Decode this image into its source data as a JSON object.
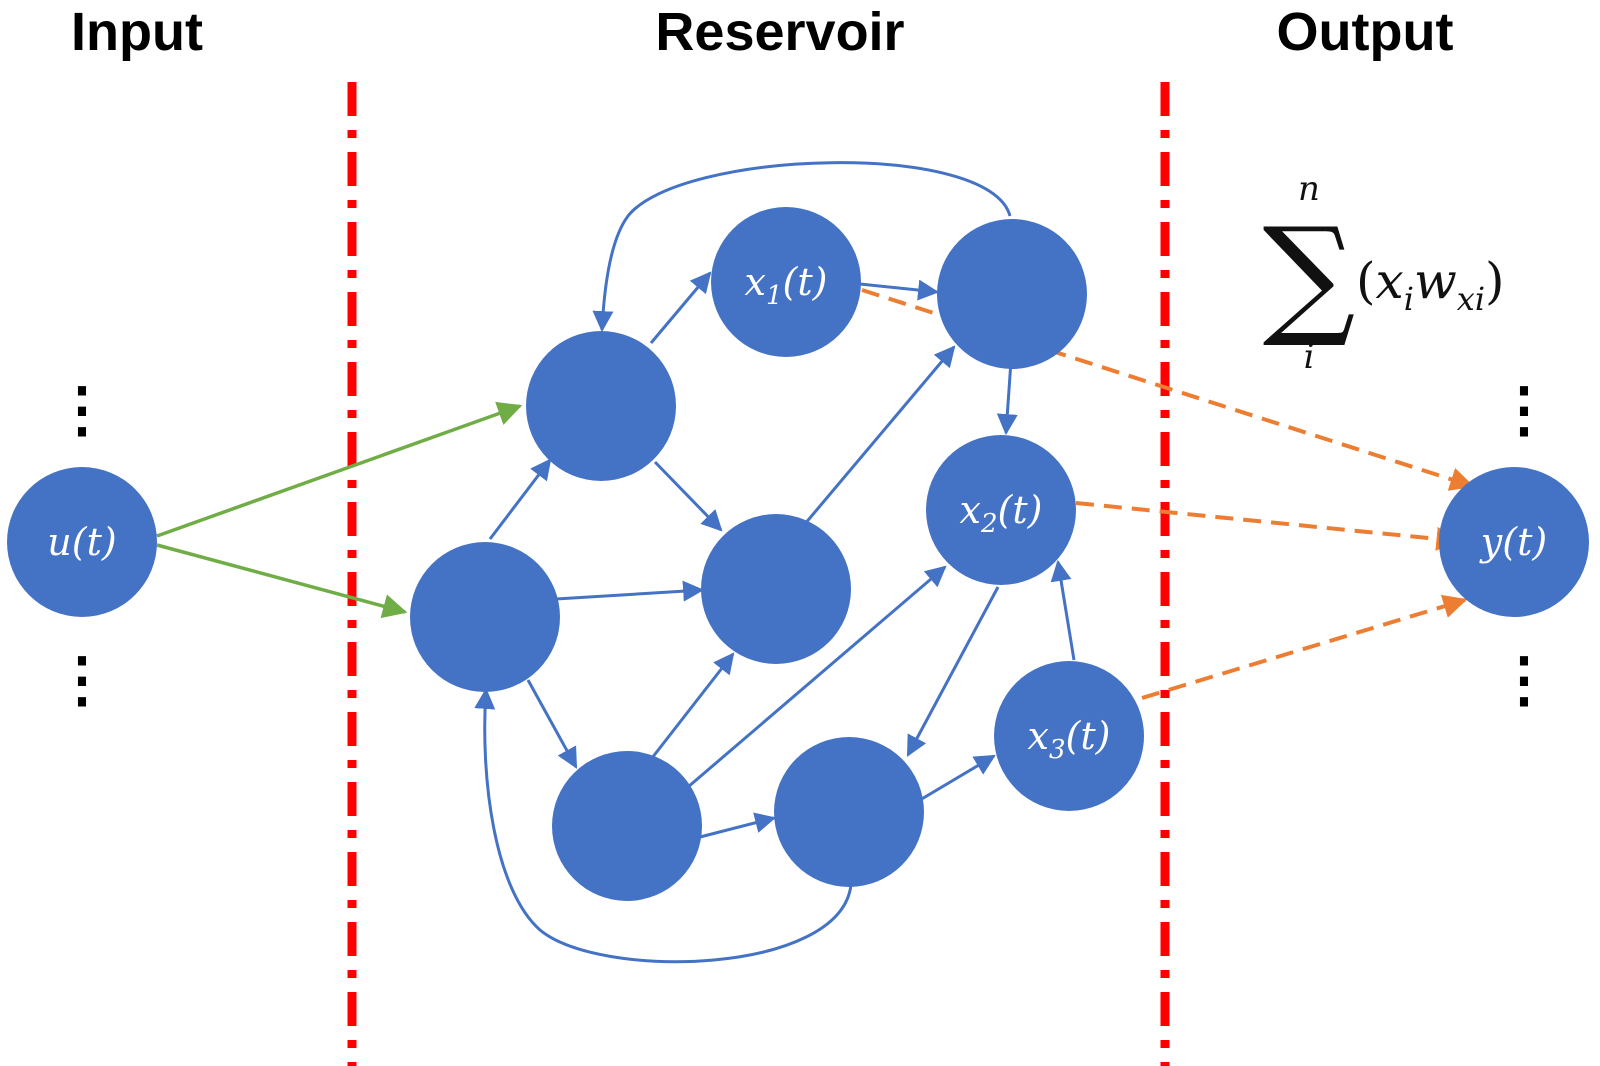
{
  "sections": {
    "input": "Input",
    "reservoir": "Reservoir",
    "output": "Output"
  },
  "nodes": {
    "input": {
      "main": "u(t)"
    },
    "output": {
      "main": "y(t)"
    },
    "x1": {
      "var": "x",
      "sub": "1",
      "arg": "(t)"
    },
    "x2": {
      "var": "x",
      "sub": "2",
      "arg": "(t)"
    },
    "x3": {
      "var": "x",
      "sub": "3",
      "arg": "(t)"
    }
  },
  "formula": {
    "sum_symbol": "∑",
    "upper": "n",
    "lower": "i",
    "open": "(",
    "x": "x",
    "x_sub": "i",
    "w": "w",
    "w_sub": "xi",
    "close": ")"
  },
  "ellipsis": "⋮",
  "colors": {
    "node": "#4472C4",
    "reservoir_edge": "#4472C4",
    "input_edge": "#70AD47",
    "readout_edge": "#ED7D31",
    "divider": "#FF0000"
  }
}
